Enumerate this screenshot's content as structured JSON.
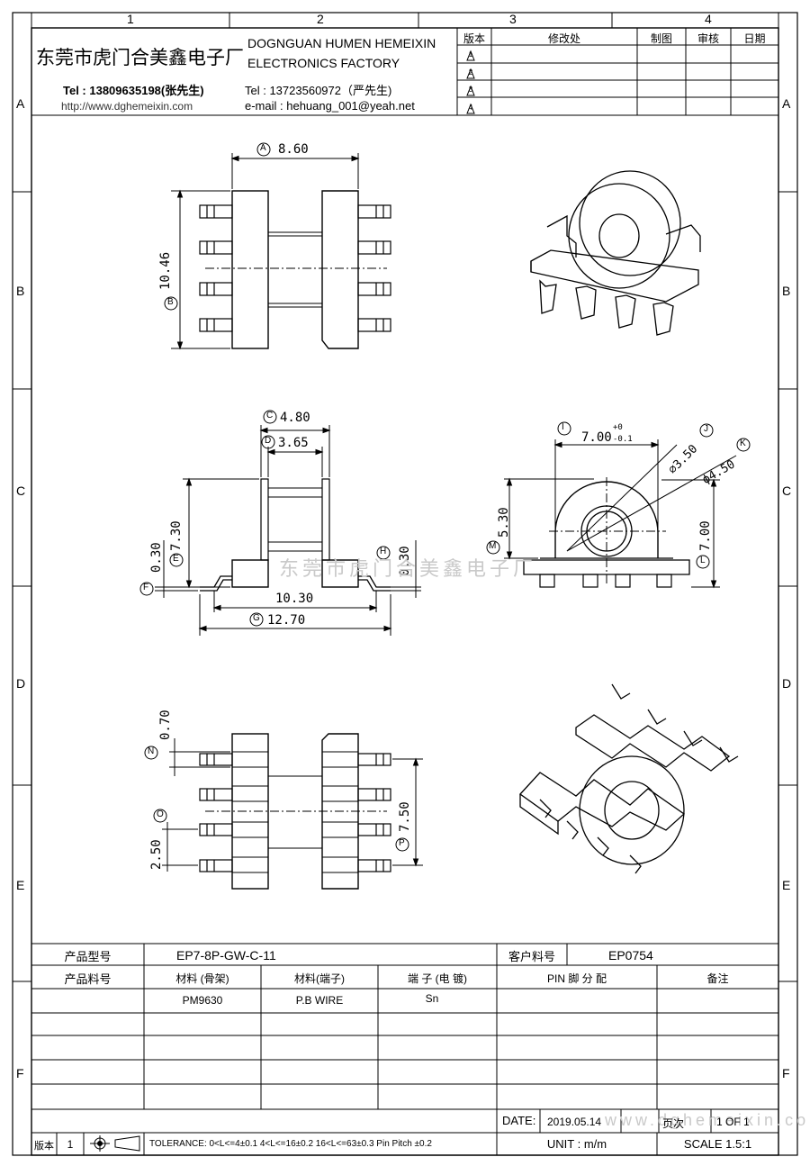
{
  "grid": {
    "cols": [
      "1",
      "2",
      "3",
      "4"
    ],
    "rows": [
      "A",
      "B",
      "C",
      "D",
      "E",
      "F"
    ]
  },
  "header": {
    "company_cn": "东莞市虎门合美鑫电子厂",
    "company_en_1": "DOGNGUAN HUMEN HEMEIXIN",
    "company_en_2": "ELECTRONICS FACTORY",
    "tel_1": "Tel : 13809635198(张先生)",
    "tel_2": "Tel : 13723560972（严先生)",
    "website": "http://www.dghemeixin.com",
    "email": "e-mail : hehuang_001@yeah.net"
  },
  "revision_table": {
    "headers": [
      "版本",
      "修改处",
      "制图",
      "审核",
      "日期"
    ],
    "rows": [
      "1",
      "2",
      "3",
      "4"
    ]
  },
  "dimensions": {
    "A": "8.60",
    "B": "10.46",
    "C": "4.80",
    "D": "3.65",
    "E": "7.30",
    "F": "0.30",
    "H": "0.30",
    "base": "10.30",
    "G": "12.70",
    "I": "7.00",
    "I_tol_upper": "+0",
    "I_tol_lower": "-0.1",
    "J": "⌀3.50",
    "K": "ϕ4.50",
    "M": "5.30",
    "L": "7.00",
    "N": "0.70",
    "O": "2.50",
    "P": "7.50"
  },
  "dim_letters": [
    "A",
    "B",
    "C",
    "D",
    "E",
    "F",
    "G",
    "H",
    "I",
    "J",
    "K",
    "L",
    "M",
    "N",
    "O",
    "P"
  ],
  "watermark": "东莞市虎门合美鑫电子厂",
  "watermark_url": "www.dghemeixin.com",
  "spec_table": {
    "product_model_label": "产品型号",
    "product_model": "EP7-8P-GW-C-11",
    "customer_part_label": "客户料号",
    "customer_part": "EP0754",
    "product_part_label": "产品料号",
    "material_bobbin_label": "材料 (骨架)",
    "material_terminal_label": "材料(端子)",
    "terminal_plating_label": "端 子 (电 镀)",
    "pin_assignment_label": "PIN 脚 分 配",
    "remarks_label": "备注",
    "material_bobbin": "PM9630",
    "material_terminal": "P.B WIRE",
    "terminal_plating": "Sn",
    "date_label": "DATE:",
    "date": "2019.05.14",
    "page_label": "页次",
    "page": "1 OF 1",
    "unit": "UNIT : m/m",
    "scale": "SCALE  1.5:1",
    "version_label": "版本",
    "version": "1",
    "tolerance": "TOLERANCE:  0<L<=4±0.1  4<L<=16±0.2  16<L<=63±0.3  Pin Pitch  ±0.2"
  }
}
